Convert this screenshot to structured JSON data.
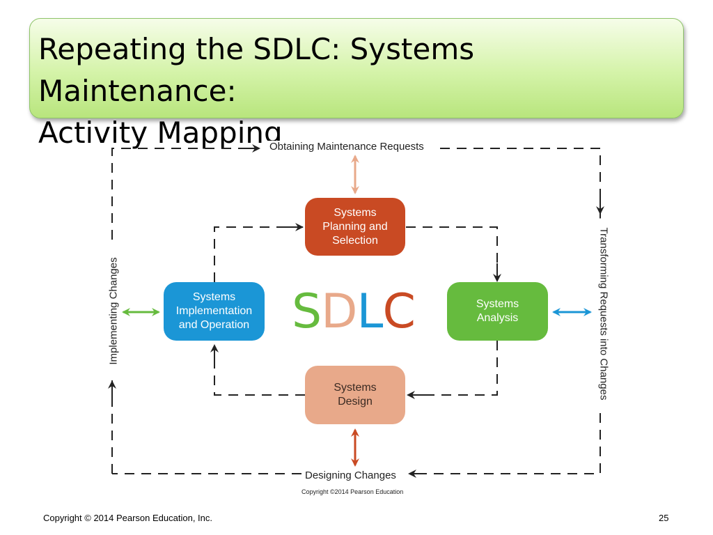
{
  "slide": {
    "title": "Repeating the SDLC: Systems Maintenance:\nActivity Mapping",
    "footer_copyright": "Copyright © 2014 Pearson Education, Inc.",
    "page_number": "25",
    "figure_credit": "Copyright ©2014 Pearson Education"
  },
  "diagram": {
    "center_label": {
      "S": "S",
      "D": "D",
      "L": "L",
      "C": "C"
    },
    "nodes": {
      "planning": "Systems\nPlanning and\nSelection",
      "analysis": "Systems\nAnalysis",
      "design": "Systems\nDesign",
      "implementation": "Systems\nImplementation\nand Operation"
    },
    "edge_labels": {
      "top": "Obtaining Maintenance Requests",
      "right": "Transforming Requests into Changes",
      "bottom": "Designing Changes",
      "left": "Implementing Changes"
    },
    "colors": {
      "planning": "#c94a23",
      "analysis": "#66bb3e",
      "design": "#e8a98a",
      "implementation": "#1b96d6",
      "S": "#66bb3e",
      "D": "#e8a98a",
      "L": "#1b96d6",
      "C": "#c94a23"
    }
  }
}
